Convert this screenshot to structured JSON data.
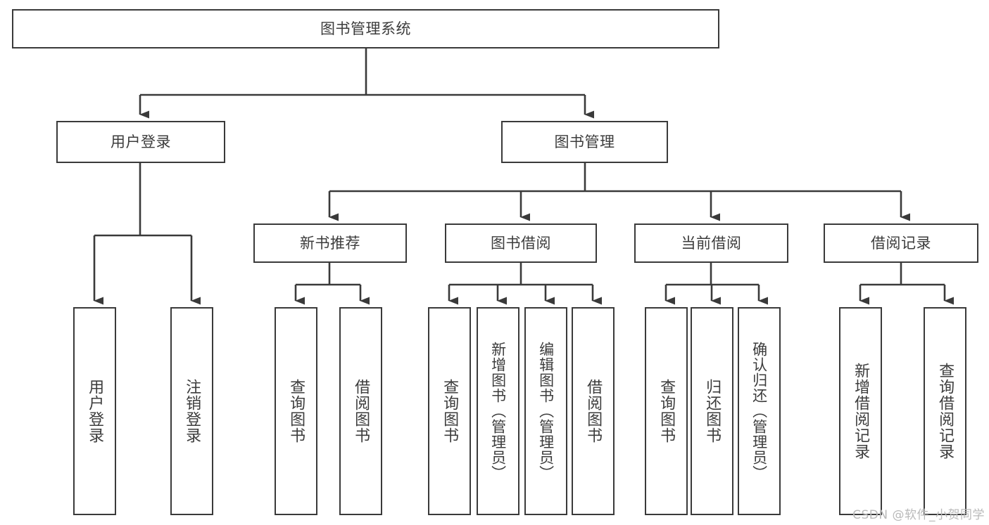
{
  "diagram": {
    "type": "tree-hierarchy-chart",
    "title": "图书管理系统",
    "theme": {
      "background": "#ffffff",
      "box_border": "#3a3a3a",
      "box_fill": "#ffffff",
      "text": "#3c3c3c",
      "edge": "#3a3a3a",
      "watermark": "#b9b9b9"
    },
    "levels": {
      "root": {
        "label": "图书管理系统"
      },
      "level2": [
        {
          "label": "用户登录"
        },
        {
          "label": "图书管理"
        }
      ],
      "level3": [
        {
          "label": "新书推荐"
        },
        {
          "label": "图书借阅"
        },
        {
          "label": "当前借阅"
        },
        {
          "label": "借阅记录"
        }
      ],
      "leaves": {
        "user_login": [
          {
            "label": "用户登录"
          },
          {
            "label": "注销登录"
          }
        ],
        "new_book_recommend": [
          {
            "label": "查询图书"
          },
          {
            "label": "借阅图书"
          }
        ],
        "book_borrow": [
          {
            "label": "查询图书"
          },
          {
            "label": "新增图书（管理员）"
          },
          {
            "label": "编辑图书（管理员）"
          },
          {
            "label": "借阅图书"
          }
        ],
        "current_borrow": [
          {
            "label": "查询图书"
          },
          {
            "label": "归还图书"
          },
          {
            "label": "确认归还（管理员）"
          }
        ],
        "borrow_record": [
          {
            "label": "新增借阅记录"
          },
          {
            "label": "查询借阅记录"
          }
        ]
      }
    },
    "watermark": "CSDN @软件_小贺同学"
  }
}
